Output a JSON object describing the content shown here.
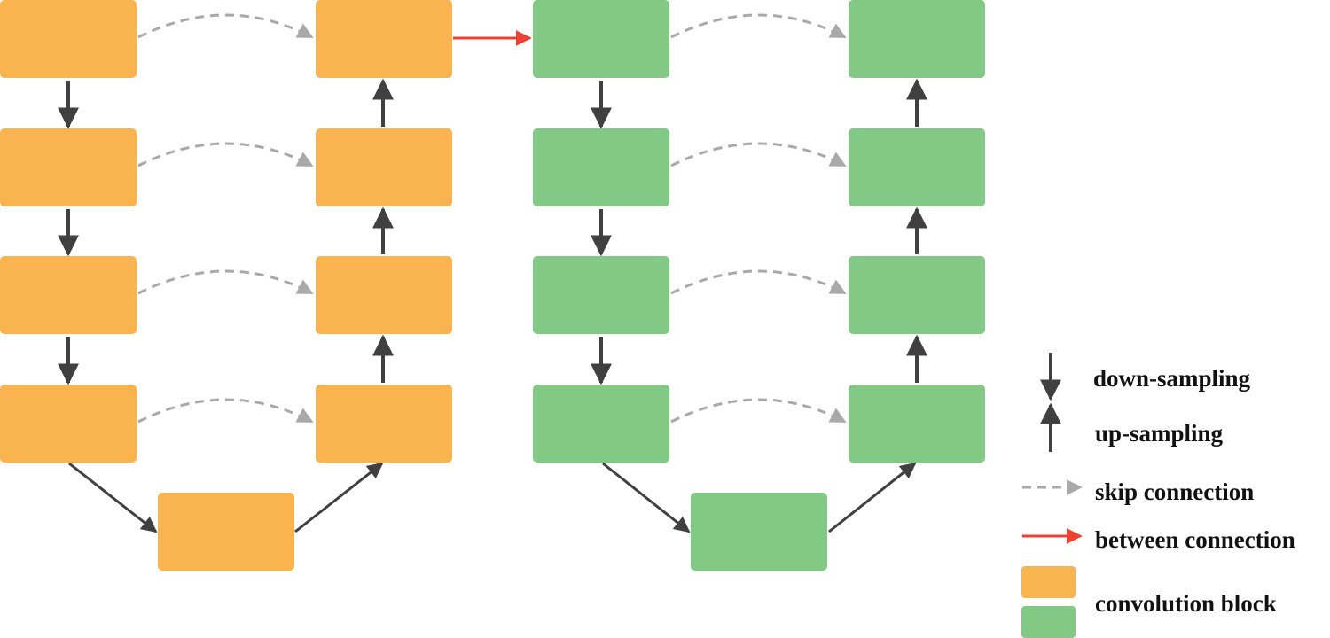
{
  "colors": {
    "orange_block": "#F9B44F",
    "green_block": "#82C985",
    "arrow_dark": "#404040",
    "skip_gray": "#A9A9A9",
    "between_red": "#EE4136"
  },
  "diagram": {
    "networks": [
      {
        "name": "orange-unet",
        "block_color": "orange",
        "encoder_blocks": 4,
        "decoder_blocks": 4,
        "bottleneck_blocks": 1,
        "skip_connections": 4
      },
      {
        "name": "green-unet",
        "block_color": "green",
        "encoder_blocks": 4,
        "decoder_blocks": 4,
        "bottleneck_blocks": 1,
        "skip_connections": 4
      }
    ],
    "between_connection": {
      "from": "orange-unet decoder top",
      "to": "green-unet encoder top"
    }
  },
  "legend": {
    "down": "down-sampling",
    "up": "up-sampling",
    "skip": "skip connection",
    "between": "between connection",
    "conv": "convolution block"
  }
}
